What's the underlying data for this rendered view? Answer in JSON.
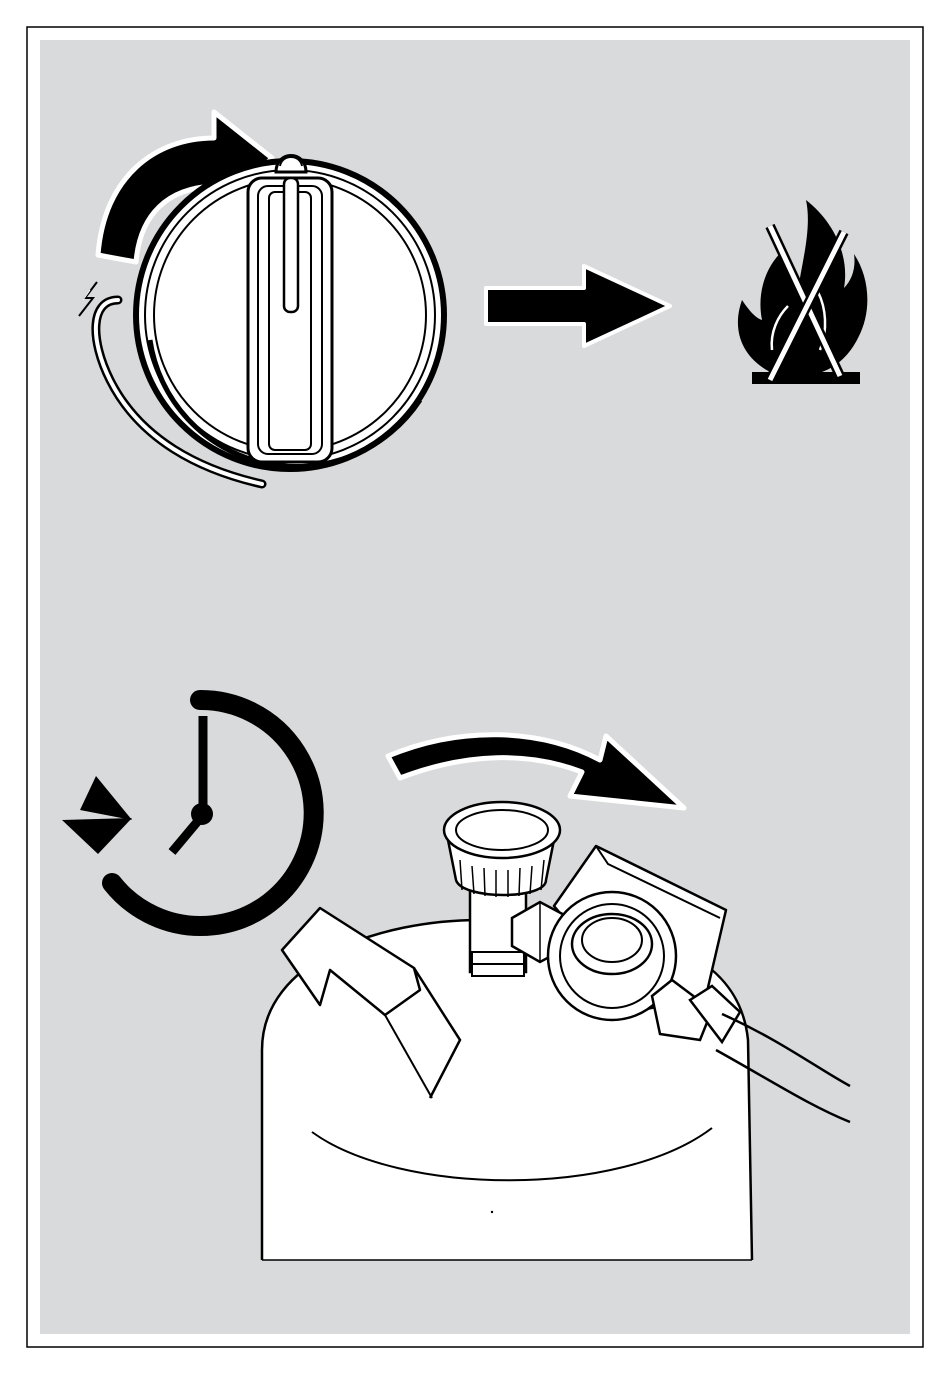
{
  "colors": {
    "panel": "#d9dadb",
    "ink": "#000000",
    "paper": "#ffffff"
  },
  "figure": {
    "text_labels": [],
    "panels": [
      {
        "id": "step-1",
        "elements": [
          "turn-knob-clockwise-arrow",
          "control-knob",
          "spark-icon",
          "result-arrow",
          "no-flame-icon"
        ]
      },
      {
        "id": "step-2",
        "elements": [
          "wait-timer-icon",
          "counterclockwise-arrow",
          "turn-valve-clockwise-arrow",
          "gas-cylinder",
          "cylinder-valve",
          "pressure-regulator",
          "gas-hose"
        ]
      }
    ]
  }
}
